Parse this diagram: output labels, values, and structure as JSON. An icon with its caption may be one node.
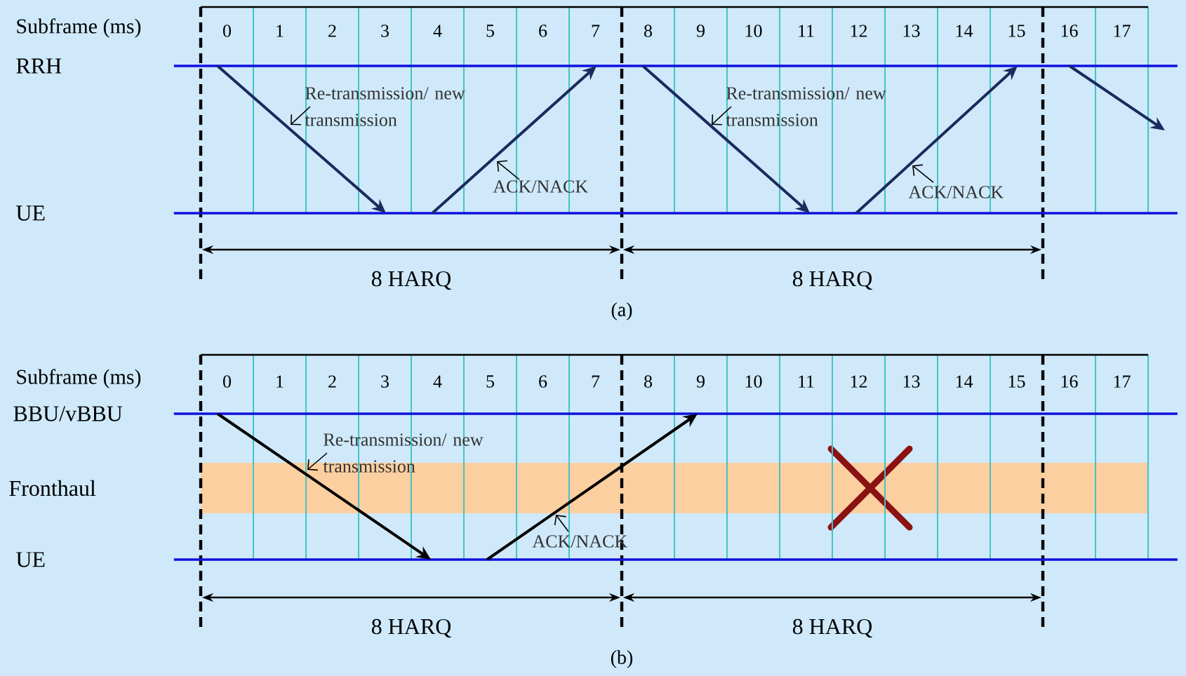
{
  "diagram": {
    "nodes": [
      {
        "text": [
          "RRH"
        ]
      },
      {
        "text": [
          "UE"
        ]
      },
      {
        "text": [
          "BBU/vBBU"
        ]
      },
      {
        "text": [
          "UE"
        ]
      }
    ],
    "edges": [
      {
        "from": 0,
        "to": 1,
        "arrow": "to",
        "label": "Re-transmission/ new transmission"
      },
      {
        "from": 1,
        "to": 0,
        "arrow": "to",
        "label": "ACK/NACK"
      },
      {
        "from": 0,
        "to": 1,
        "arrow": "to",
        "label": "Re-transmission/ new transmission"
      },
      {
        "from": 1,
        "to": 0,
        "arrow": "to",
        "label": "ACK/NACK"
      },
      {
        "from": 0,
        "to": null,
        "arrow": "to"
      },
      {
        "from": 2,
        "to": 3,
        "arrow": "to",
        "label": "Re-transmission/ new transmission",
        "color": "#000000"
      },
      {
        "from": 3,
        "to": 2,
        "arrow": "to",
        "label": "ACK/NACK",
        "color": "#000000"
      }
    ],
    "labels": [
      "Subframe (ms)",
      "0",
      "1",
      "2",
      "3",
      "4",
      "5",
      "6",
      "7",
      "8",
      "9",
      "10",
      "11",
      "12",
      "13",
      "14",
      "15",
      "16",
      "17",
      "8 HARQ",
      "8 HARQ",
      "(a)",
      "Subframe (ms)",
      "0",
      "1",
      "2",
      "3",
      "4",
      "5",
      "6",
      "7",
      "8",
      "9",
      "10",
      "11",
      "12",
      "13",
      "14",
      "15",
      "16",
      "17",
      "Fronthaul",
      "8 HARQ",
      "8 HARQ",
      "(b)"
    ]
  }
}
